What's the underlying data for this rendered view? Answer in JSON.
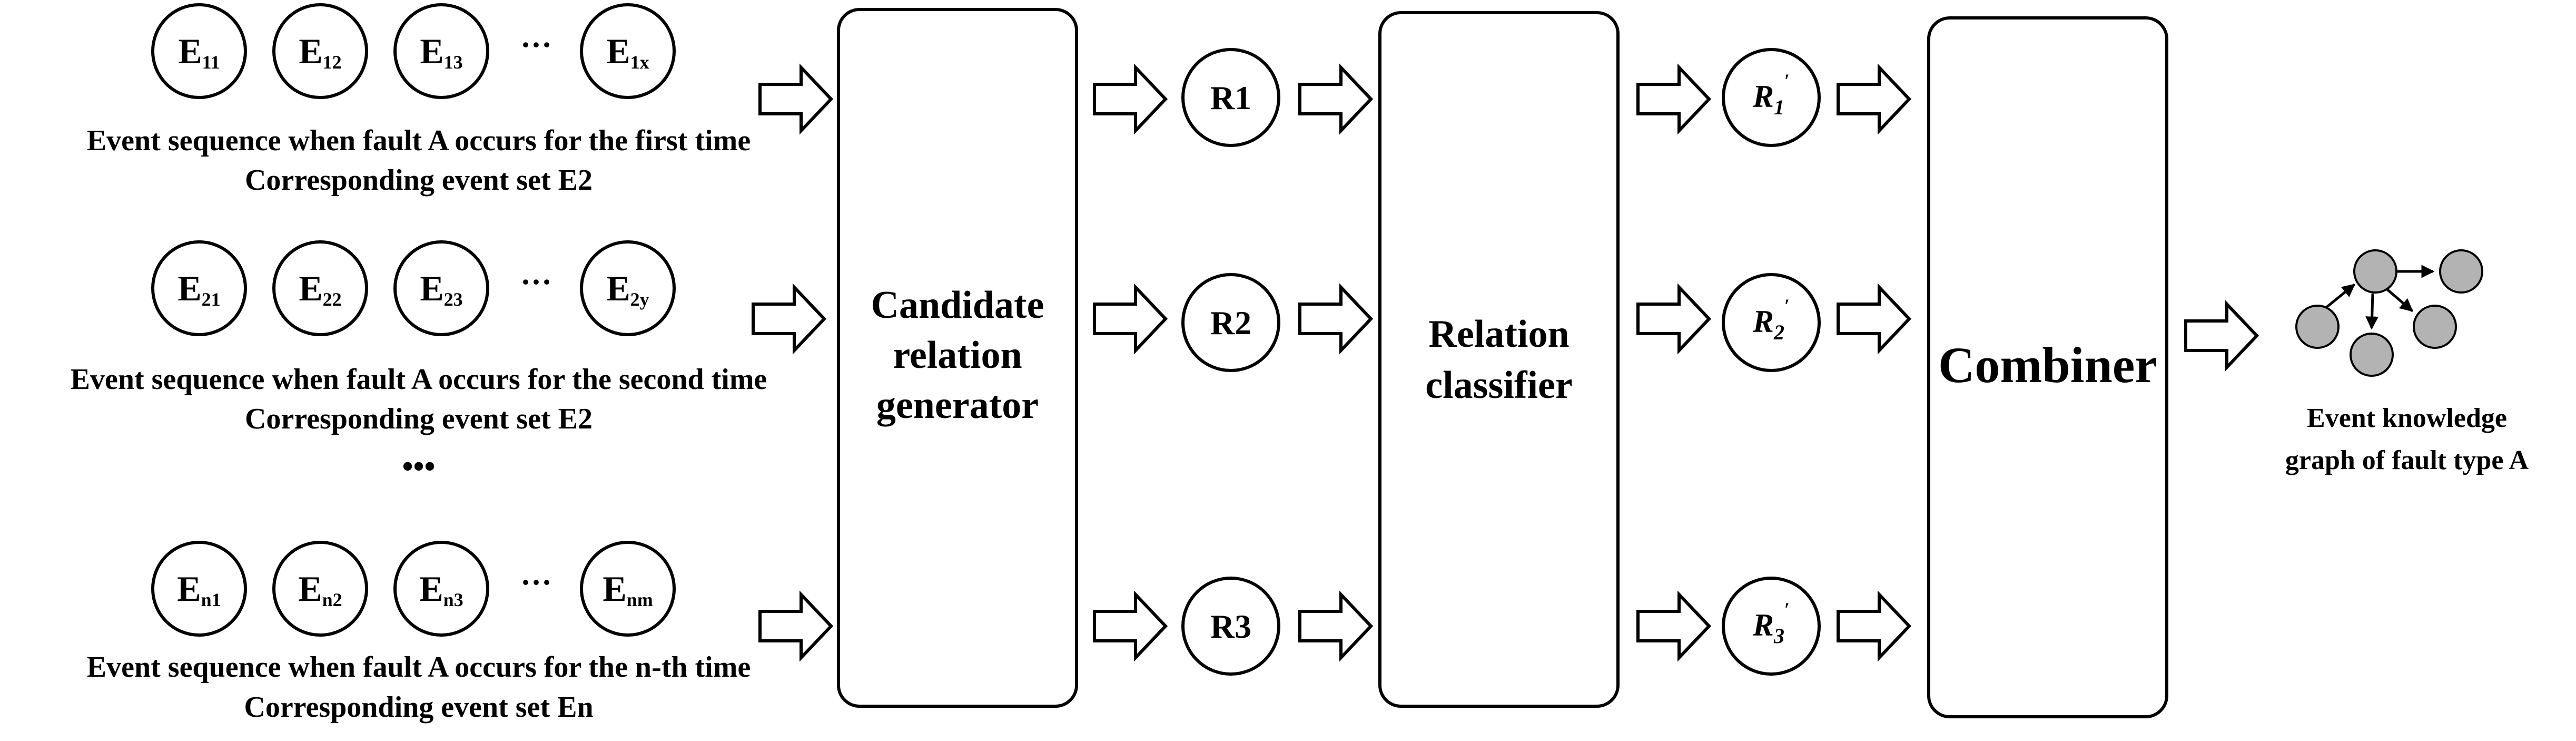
{
  "sequences": [
    {
      "events": [
        {
          "main": "E",
          "sub": "11"
        },
        {
          "main": "E",
          "sub": "12"
        },
        {
          "main": "E",
          "sub": "13"
        },
        {
          "main": "E",
          "sub": "1x"
        }
      ],
      "ellipsis": "···",
      "caption_line1": "Event sequence when fault A occurs for the first time",
      "caption_line2": "Corresponding event set E2"
    },
    {
      "events": [
        {
          "main": "E",
          "sub": "21"
        },
        {
          "main": "E",
          "sub": "22"
        },
        {
          "main": "E",
          "sub": "23"
        },
        {
          "main": "E",
          "sub": "2y"
        }
      ],
      "ellipsis": "···",
      "caption_line1": "Event sequence when fault A occurs for the second time",
      "caption_line2": "Corresponding event set E2"
    },
    {
      "events": [
        {
          "main": "E",
          "sub": "n1"
        },
        {
          "main": "E",
          "sub": "n2"
        },
        {
          "main": "E",
          "sub": "n3"
        },
        {
          "main": "E",
          "sub": "nm"
        }
      ],
      "ellipsis": "···",
      "caption_line1": "Event sequence when fault A occurs for the n-th time",
      "caption_line2": "Corresponding event set En"
    }
  ],
  "between_ellipsis": "•••",
  "generator": {
    "line1": "Candidate",
    "line2": "relation",
    "line3": "generator"
  },
  "relations": [
    "R1",
    "R2",
    "R3"
  ],
  "classifier": {
    "line1": "Relation",
    "line2": "classifier"
  },
  "classified_relations": [
    {
      "main": "R",
      "sub": "1",
      "prime": "′"
    },
    {
      "main": "R",
      "sub": "2",
      "prime": "′"
    },
    {
      "main": "R",
      "sub": "3",
      "prime": "′"
    }
  ],
  "combiner": {
    "label": "Combiner"
  },
  "knowledge_graph": {
    "label_line1": "Event knowledge",
    "label_line2": "graph of fault type A",
    "node_color": "#b3b3b3"
  }
}
